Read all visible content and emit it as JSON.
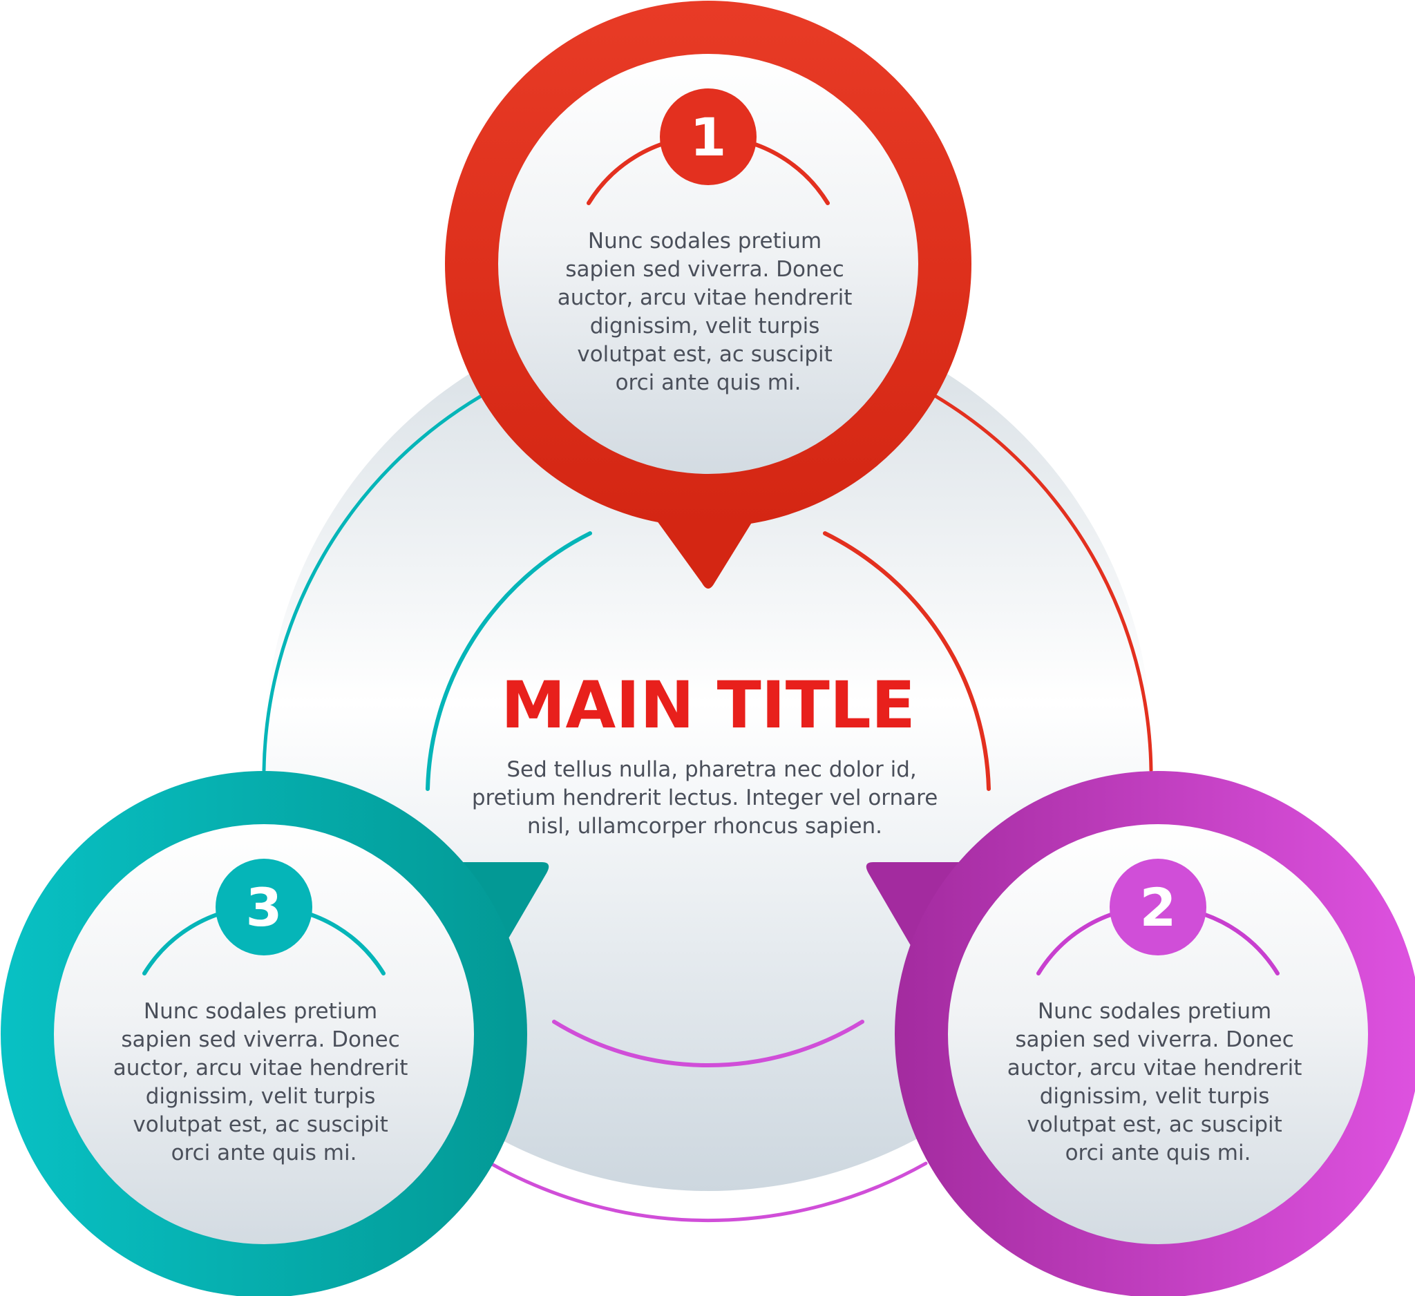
{
  "colors": {
    "red": "#e3301f",
    "teal": "#05b5b8",
    "magenta": "#c83fcf",
    "title": "#e8201c",
    "text": "#4a4f5a"
  },
  "center": {
    "title": "MAIN TITLE",
    "lines": [
      "Sed tellus nulla, pharetra nec dolor id,",
      "pretium hendrerit lectus. Integer vel ornare",
      "nisl, ullamcorper rhoncus sapien."
    ]
  },
  "items": [
    {
      "number": "1",
      "lines": [
        "Nunc sodales pretium",
        "sapien sed viverra. Donec",
        "auctor, arcu vitae hendrerit",
        "dignissim, velit turpis",
        "volutpat est, ac suscipit",
        "orci ante quis mi."
      ]
    },
    {
      "number": "2",
      "lines": [
        "Nunc sodales pretium",
        "sapien sed viverra. Donec",
        "auctor, arcu vitae hendrerit",
        "dignissim, velit turpis",
        "volutpat est, ac suscipit",
        "orci ante quis mi."
      ]
    },
    {
      "number": "3",
      "lines": [
        "Nunc sodales pretium",
        "sapien sed viverra. Donec",
        "auctor, arcu vitae hendrerit",
        "dignissim, velit turpis",
        "volutpat est, ac suscipit",
        "orci ante quis mi."
      ]
    }
  ]
}
